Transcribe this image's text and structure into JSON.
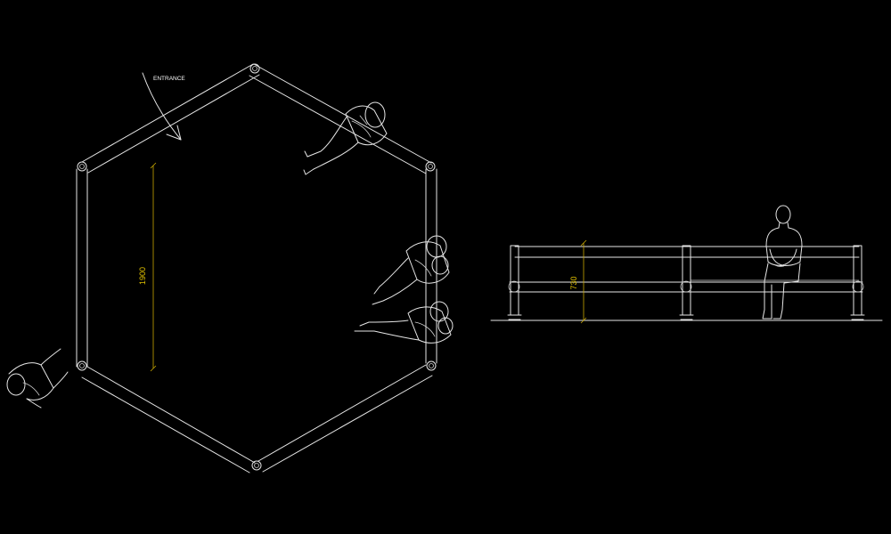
{
  "plan": {
    "entrance_label": "ENTRANCE",
    "dimension_label": "1900"
  },
  "elevation": {
    "dimension_label": "730"
  },
  "colors": {
    "background": "#000000",
    "line": "#e6e6e6",
    "dimension": "#e0c000"
  }
}
